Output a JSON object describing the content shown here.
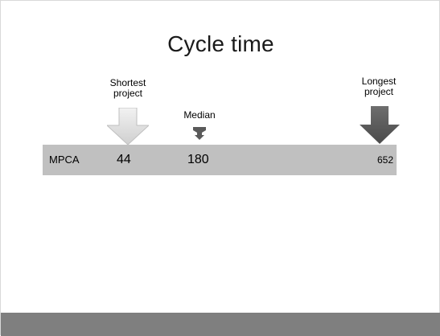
{
  "slide": {
    "title": "Cycle time",
    "labels": {
      "shortest": "Shortest project",
      "median": "Median",
      "longest": "Longest project"
    },
    "bar": {
      "row_label": "MPCA",
      "shortest_value": "44",
      "median_value": "180",
      "longest_value": "652"
    },
    "icons": {
      "shortest_arrow": "down-arrow-icon (light gray)",
      "median_marker": "funnel-down-marker-icon (dark gray)",
      "longest_arrow": "down-arrow-icon (dark gray)"
    },
    "colors": {
      "bar_fill": "#c0c0c0",
      "shortest_arrow": "#d9d9d9",
      "median_marker": "#5a5a5a",
      "longest_arrow": "#595959",
      "footer_band": "#7f7f7f"
    }
  }
}
